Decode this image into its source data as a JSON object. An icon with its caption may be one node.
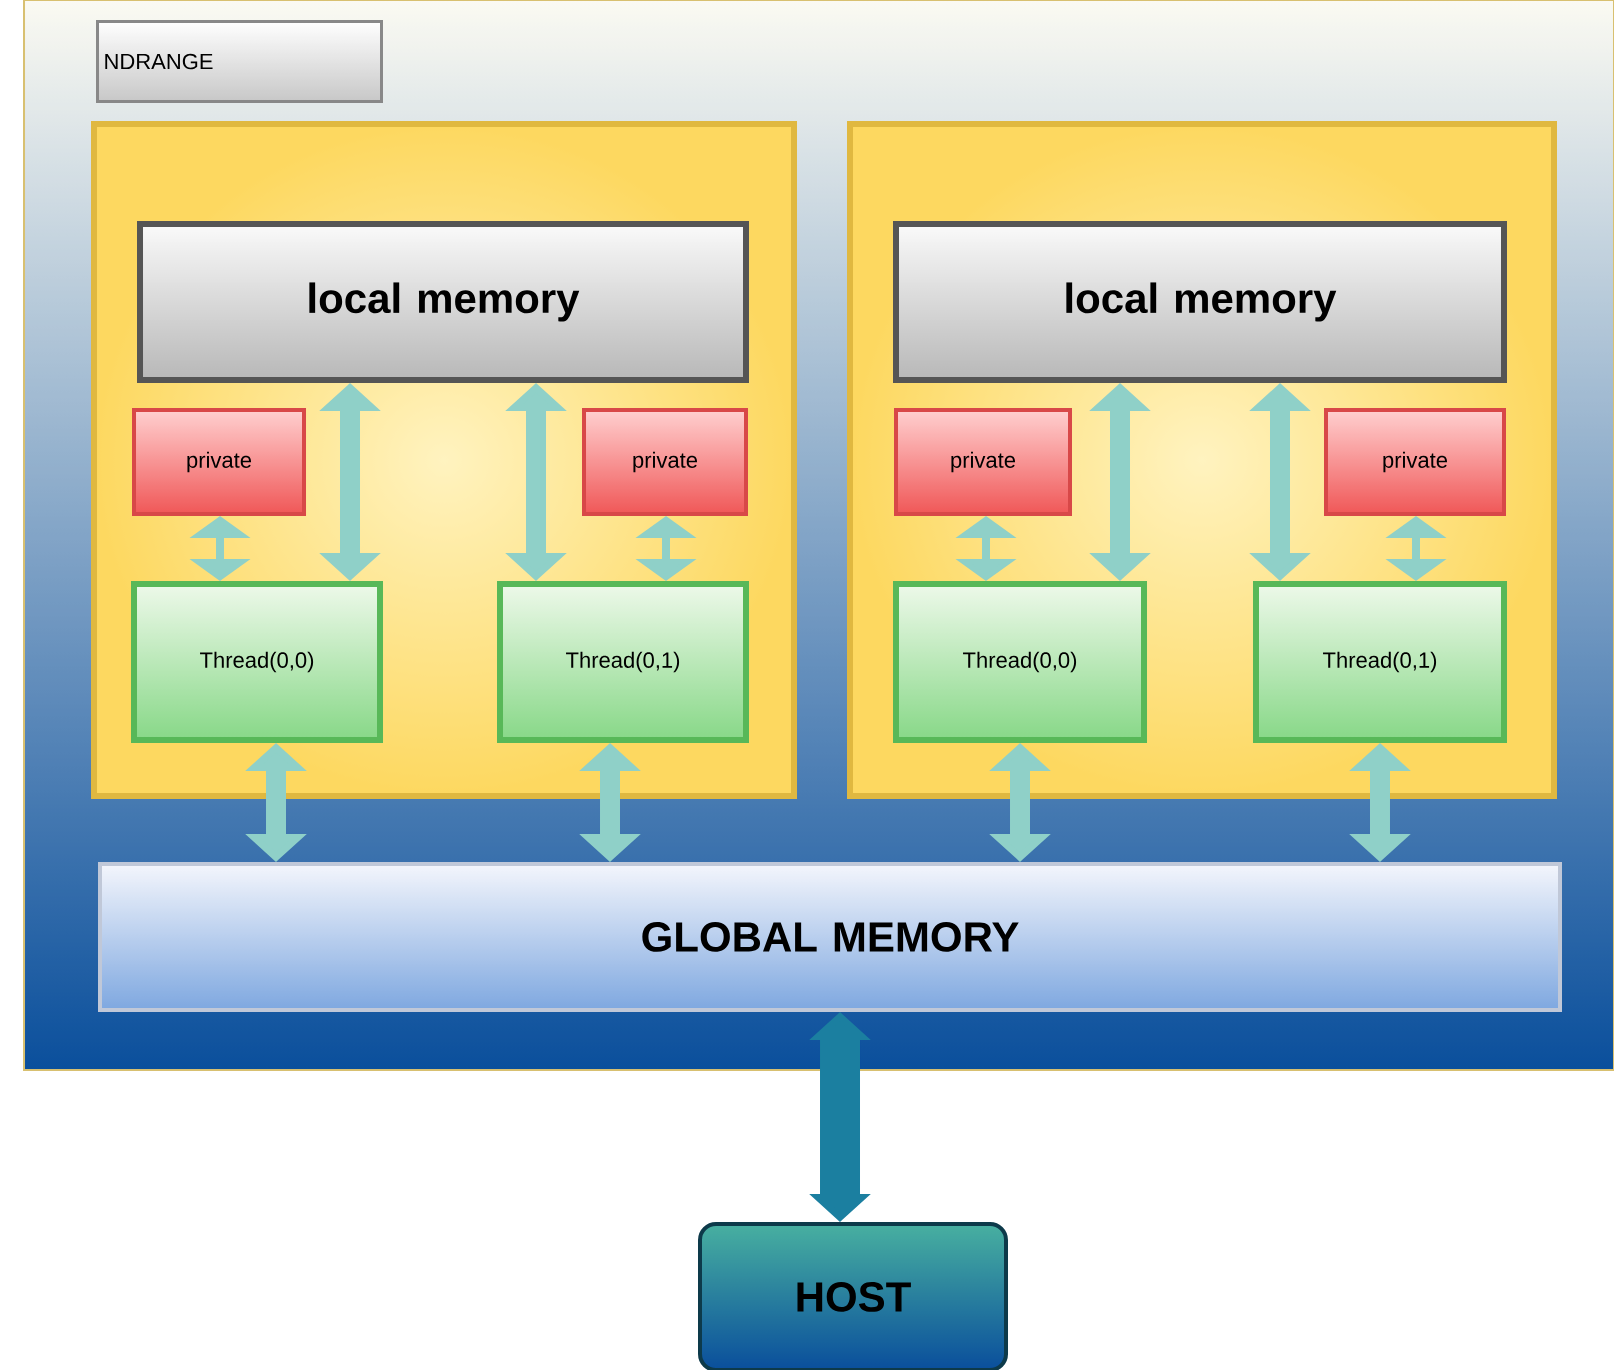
{
  "diagram": {
    "nodes": [
      {
        "text": [
          "NDRANGE"
        ]
      },
      {
        "text": [],
        "shape": "box",
        "in": 0
      },
      {
        "text": [
          "local memory"
        ],
        "in": 1
      },
      {
        "text": [
          "private"
        ],
        "in": 1
      },
      {
        "text": [
          "private"
        ],
        "in": 1
      },
      {
        "text": [
          "Thread(0,0)"
        ],
        "in": 1
      },
      {
        "text": [
          "Thread(0,1)"
        ],
        "in": 1
      },
      {
        "text": [],
        "shape": "box",
        "in": 0
      },
      {
        "text": [
          "local memory"
        ],
        "in": 7
      },
      {
        "text": [
          "private"
        ],
        "in": 7
      },
      {
        "text": [
          "private"
        ],
        "in": 7
      },
      {
        "text": [
          "Thread(0,0)"
        ],
        "in": 7
      },
      {
        "text": [
          "Thread(0,1)"
        ],
        "in": 7
      },
      {
        "text": [
          "GLOBAL MEMORY"
        ],
        "in": 0
      },
      {
        "text": [
          "HOST"
        ]
      }
    ],
    "edges": [
      {
        "from": 2,
        "to": 5,
        "arrow": "both"
      },
      {
        "from": 2,
        "to": 6,
        "arrow": "both"
      },
      {
        "from": 3,
        "to": 5,
        "arrow": "both"
      },
      {
        "from": 4,
        "to": 6,
        "arrow": "both"
      },
      {
        "from": 8,
        "to": 11,
        "arrow": "both"
      },
      {
        "from": 8,
        "to": 12,
        "arrow": "both"
      },
      {
        "from": 9,
        "to": 11,
        "arrow": "both"
      },
      {
        "from": 10,
        "to": 12,
        "arrow": "both"
      },
      {
        "from": 5,
        "to": 13,
        "arrow": "both"
      },
      {
        "from": 6,
        "to": 13,
        "arrow": "both"
      },
      {
        "from": 11,
        "to": 13,
        "arrow": "both"
      },
      {
        "from": 12,
        "to": 13,
        "arrow": "both"
      },
      {
        "from": 13,
        "to": 14,
        "arrow": "both",
        "style": "thick",
        "color": "#1b7fa0"
      }
    ]
  }
}
